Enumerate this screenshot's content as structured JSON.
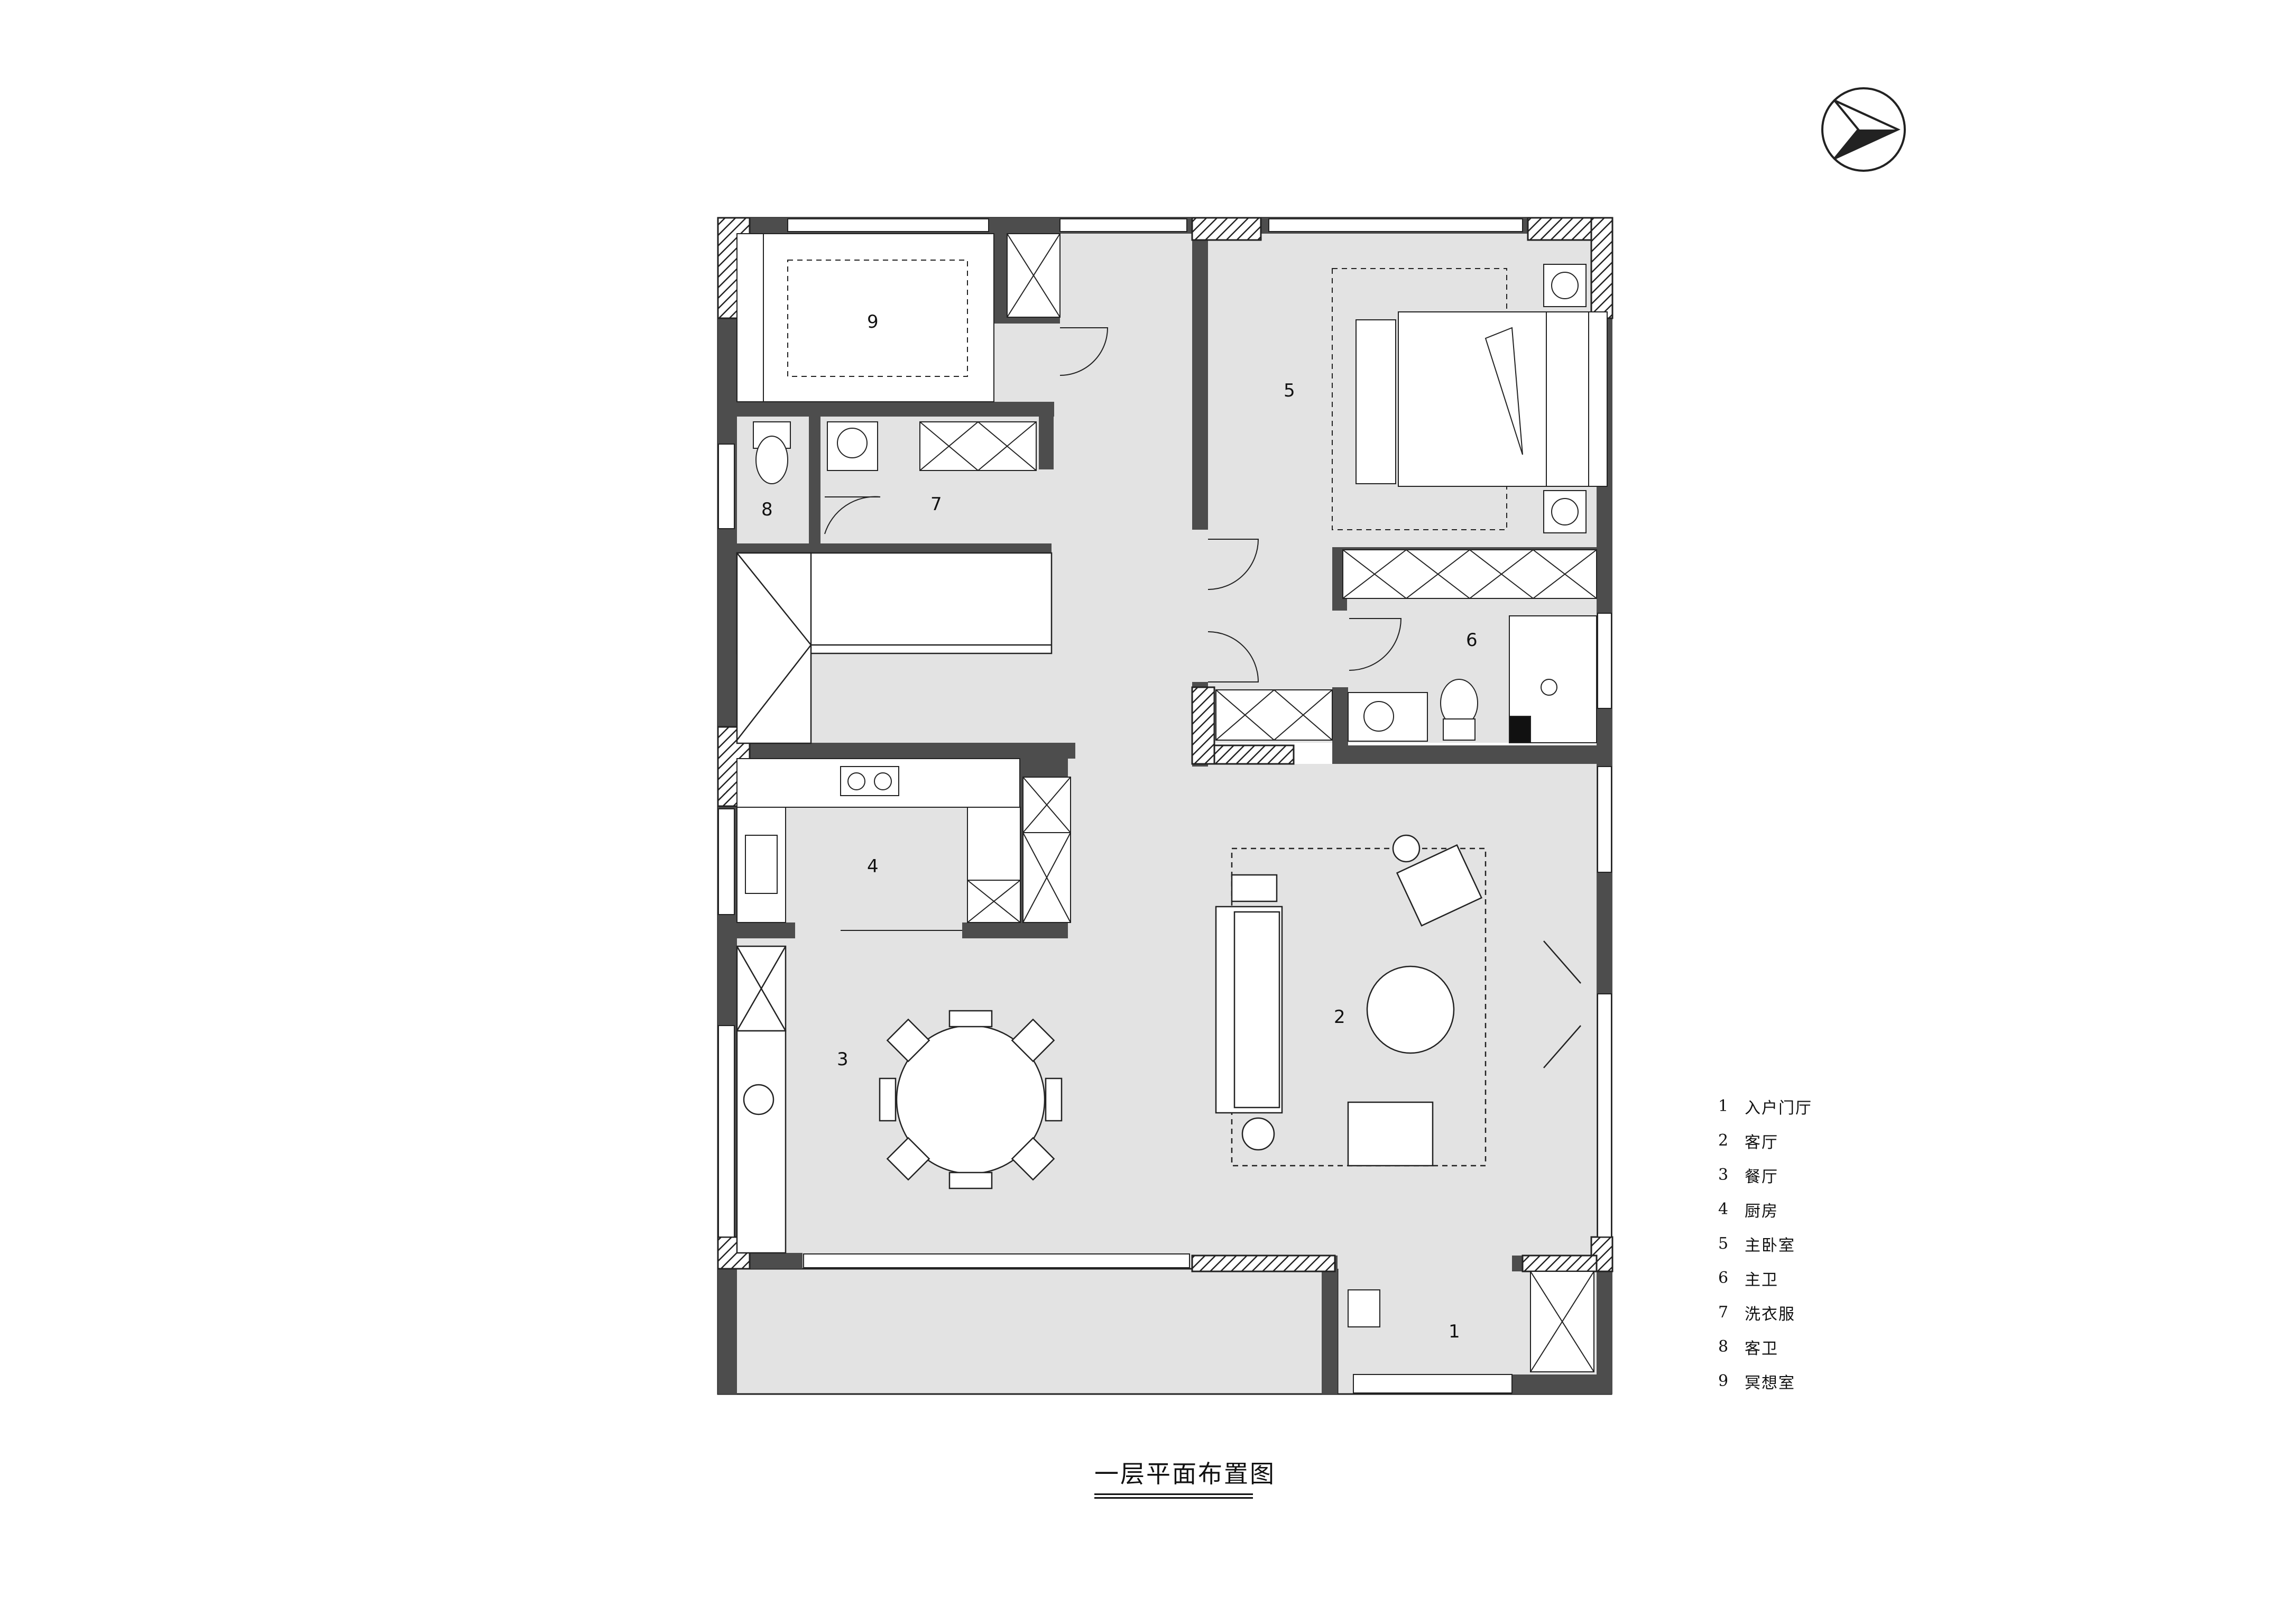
{
  "plan": {
    "title": "一层平面布置图",
    "room_markers": [
      "1",
      "2",
      "3",
      "4",
      "5",
      "6",
      "7",
      "8",
      "9"
    ]
  },
  "legend": [
    {
      "num": "1",
      "label": "入户门厅"
    },
    {
      "num": "2",
      "label": "客厅"
    },
    {
      "num": "3",
      "label": "餐厅"
    },
    {
      "num": "4",
      "label": "厨房"
    },
    {
      "num": "5",
      "label": "主卧室"
    },
    {
      "num": "6",
      "label": "主卫"
    },
    {
      "num": "7",
      "label": "洗衣服"
    },
    {
      "num": "8",
      "label": "客卫"
    },
    {
      "num": "9",
      "label": "冥想室"
    }
  ],
  "colors": {
    "floor": "#e3e3e3",
    "wall": "#4d4d4d",
    "line": "#222222",
    "paper": "#ffffff"
  },
  "icons": [
    "north-arrow-icon"
  ]
}
